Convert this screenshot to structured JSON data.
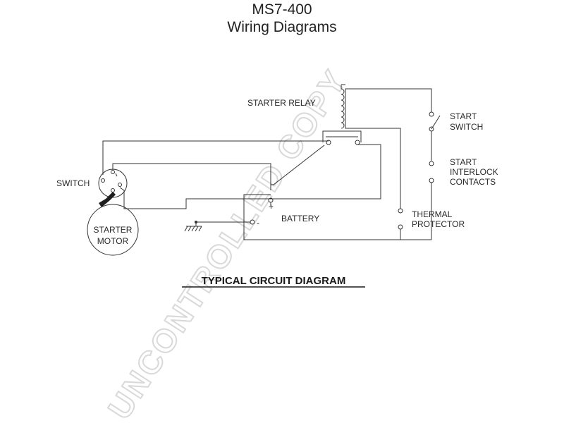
{
  "title": {
    "model": "MS7-400",
    "subtitle": "Wiring Diagrams"
  },
  "labels": {
    "starter_relay": "STARTER RELAY",
    "start_switch_line1": "START",
    "start_switch_line2": "SWITCH",
    "start_interlock_line1": "START",
    "start_interlock_line2": "INTERLOCK",
    "start_interlock_line3": "CONTACTS",
    "switch": "SWITCH",
    "battery": "BATTERY",
    "battery_plus": "+",
    "battery_minus": "-",
    "thermal_line1": "THERMAL",
    "thermal_line2": "PROTECTOR",
    "starter_line1": "STARTER",
    "starter_line2": "MOTOR"
  },
  "caption": "TYPICAL CIRCUIT DIAGRAM",
  "watermark": "UNCONTROLLED COPY"
}
